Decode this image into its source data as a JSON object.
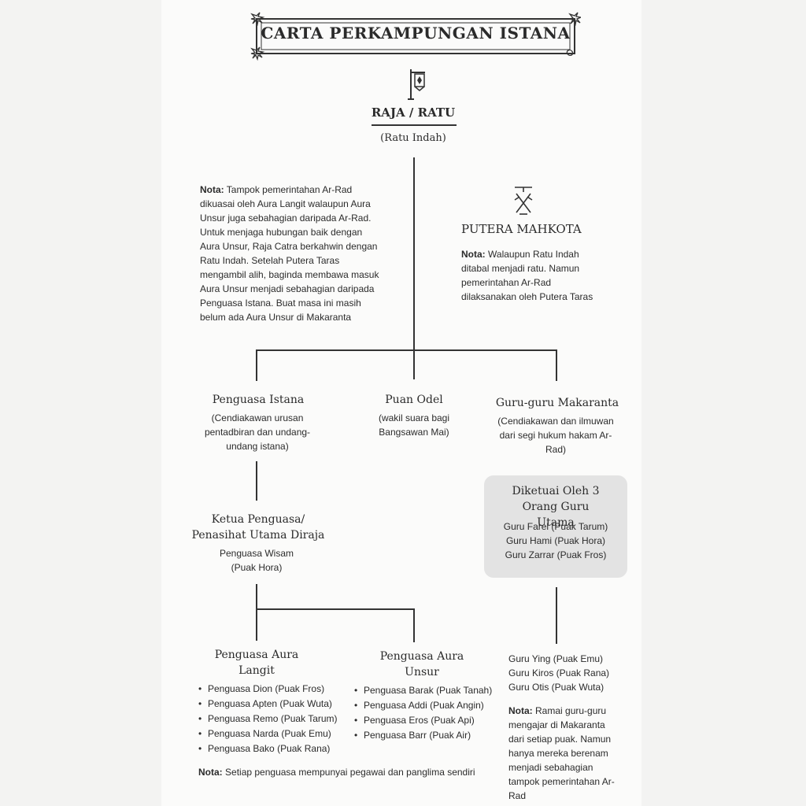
{
  "title": "CARTA PERKAMPUNGAN ISTANA",
  "icons": {
    "banner": "banner-flag-icon",
    "crown_prince": "crossed-swords-icon",
    "frame_corner": "flower-ornament-icon"
  },
  "king": {
    "title": "RAJA / RATU",
    "name": "(Ratu Indah)"
  },
  "left_note": {
    "label": "Nota:",
    "text": "Tampok pemerintahan Ar-Rad dikuasai oleh Aura Langit walaupun Aura Unsur juga sebahagian daripada Ar-Rad. Untuk menjaga hubungan baik dengan Aura Unsur, Raja Catra berkahwin dengan Ratu Indah. Setelah Putera Taras mengambil alih, baginda membawa masuk Aura Unsur menjadi sebahagian daripada Penguasa Istana. Buat masa ini masih belum ada Aura Unsur di Makaranta"
  },
  "crown_prince": {
    "title": "PUTERA MAHKOTA",
    "note_label": "Nota:",
    "note_text": "Walaupun Ratu Indah ditabal menjadi ratu. Namun pemerintahan Ar-Rad dilaksanakan oleh Putera Taras"
  },
  "penguasa_istana": {
    "title": "Penguasa Istana",
    "desc": "(Cendiakawan urusan pentadbiran dan undang-undang istana)"
  },
  "puan_odel": {
    "title": "Puan Odel",
    "desc": "(wakil suara bagi Bangsawan Mai)"
  },
  "guru_makaranta": {
    "title": "Guru-guru Makaranta",
    "desc": "(Cendiakawan dan ilmuwan dari segi hukum hakam Ar-Rad)"
  },
  "ketua": {
    "title": "Ketua Penguasa/ Penasihat Utama Diraja",
    "name": "Penguasa Wisam",
    "clan": "(Puak Hora)"
  },
  "diketuai": {
    "title": "Diketuai Oleh 3 Orang Guru Utama",
    "members": [
      "Guru Farel (Puak Tarum)",
      "Guru Hami (Puak Hora)",
      "Guru Zarrar (Puak Fros)"
    ]
  },
  "aura_langit": {
    "title": "Penguasa Aura Langit",
    "members": [
      "Penguasa Dion (Puak Fros)",
      "Penguasa Apten (Puak Wuta)",
      "Penguasa Remo (Puak Tarum)",
      "Penguasa Narda (Puak Emu)",
      "Penguasa Bako (Puak Rana)"
    ]
  },
  "aura_unsur": {
    "title": "Penguasa Aura Unsur",
    "members": [
      "Penguasa Barak (Puak Tanah)",
      "Penguasa Addi (Puak Angin)",
      "Penguasa Eros (Puak Api)",
      "Penguasa Barr (Puak Air)"
    ]
  },
  "other_gurus": [
    "Guru Ying (Puak Emu)",
    "Guru Kiros (Puak Rana)",
    "Guru Otis (Puak Wuta)"
  ],
  "guru_note": {
    "label": "Nota:",
    "text": "Ramai guru-guru mengajar di Makaranta dari setiap puak. Namun hanya mereka berenam menjadi sebahagian tampok pemerintahan Ar-Rad"
  },
  "bottom_note": {
    "label": "Nota:",
    "text": "Setiap penguasa mempunyai pegawai dan panglima sendiri"
  }
}
